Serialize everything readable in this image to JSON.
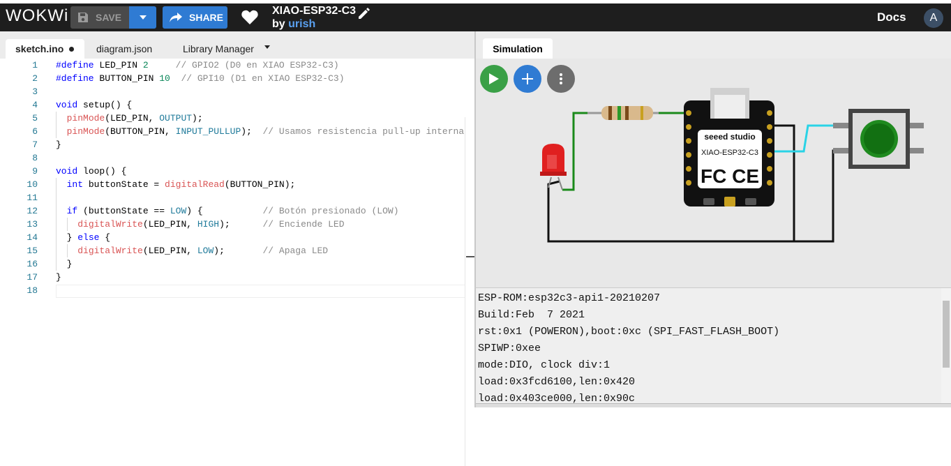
{
  "header": {
    "logo": "WOKWi",
    "save_label": "SAVE",
    "share_label": "SHARE",
    "project_title": "XIAO-ESP32-C3",
    "by_label": "by",
    "author": "urish",
    "docs_label": "Docs",
    "avatar_initial": "A"
  },
  "editor": {
    "tabs": [
      {
        "label": "sketch.ino",
        "modified": true,
        "active": true
      },
      {
        "label": "diagram.json",
        "modified": true,
        "active": false
      },
      {
        "label": "Library Manager",
        "modified": false,
        "active": false
      }
    ],
    "line_numbers": [
      "1",
      "2",
      "3",
      "4",
      "5",
      "6",
      "7",
      "8",
      "9",
      "10",
      "11",
      "12",
      "13",
      "14",
      "15",
      "16",
      "17",
      "18"
    ],
    "code": [
      "#define LED_PIN 2     // GPIO2 (D0 en XIAO ESP32-C3)",
      "#define BUTTON_PIN 10  // GPI10 (D1 en XIAO ESP32-C3)",
      "",
      "void setup() {",
      "  pinMode(LED_PIN, OUTPUT);",
      "  pinMode(BUTTON_PIN, INPUT_PULLUP);  // Usamos resistencia pull-up interna",
      "}",
      "",
      "void loop() {",
      "  int buttonState = digitalRead(BUTTON_PIN);",
      "",
      "  if (buttonState == LOW) {           // Botón presionado (LOW)",
      "    digitalWrite(LED_PIN, HIGH);      // Enciende LED",
      "  } else {",
      "    digitalWrite(LED_PIN, LOW);       // Apaga LED",
      "  }",
      "}",
      ""
    ]
  },
  "simulation": {
    "tab_label": "Simulation",
    "board_brand": "seeed studio",
    "board_name": "XIAO-ESP32-C3",
    "cert_marks": "FC CE",
    "colors": {
      "wire_green": "#1a8a1a",
      "wire_black": "#111111",
      "wire_cyan": "#2ad3e6",
      "led_red": "#e02020",
      "button_green": "#1f8a1f"
    }
  },
  "serial": {
    "lines": [
      "ESP-ROM:esp32c3-api1-20210207",
      "Build:Feb  7 2021",
      "rst:0x1 (POWERON),boot:0xc (SPI_FAST_FLASH_BOOT)",
      "SPIWP:0xee",
      "mode:DIO, clock div:1",
      "load:0x3fcd6100,len:0x420",
      "load:0x403ce000,len:0x90c"
    ]
  }
}
